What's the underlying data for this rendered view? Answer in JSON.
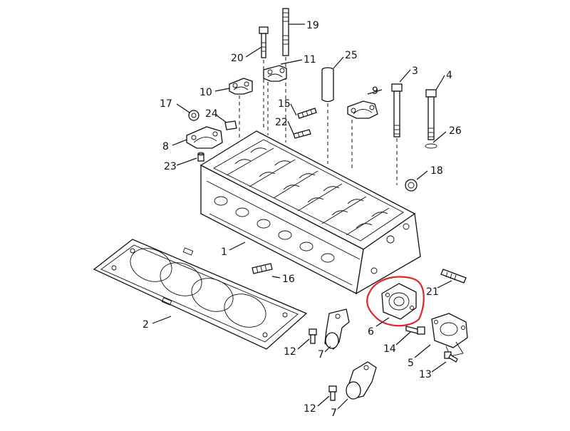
{
  "diagram": {
    "highlight_color": "#e0262a",
    "highlighted_part": "6",
    "callouts": {
      "c1": "1",
      "c2": "2",
      "c3": "3",
      "c4": "4",
      "c5": "5",
      "c6": "6",
      "c7a": "7",
      "c7b": "7",
      "c8": "8",
      "c9": "9",
      "c10": "10",
      "c11": "11",
      "c12a": "12",
      "c12b": "12",
      "c13": "13",
      "c14": "14",
      "c15": "15",
      "c16": "16",
      "c17": "17",
      "c18": "18",
      "c19": "19",
      "c20": "20",
      "c21": "21",
      "c22": "22",
      "c23": "23",
      "c24": "24",
      "c25": "25",
      "c26": "26"
    }
  }
}
